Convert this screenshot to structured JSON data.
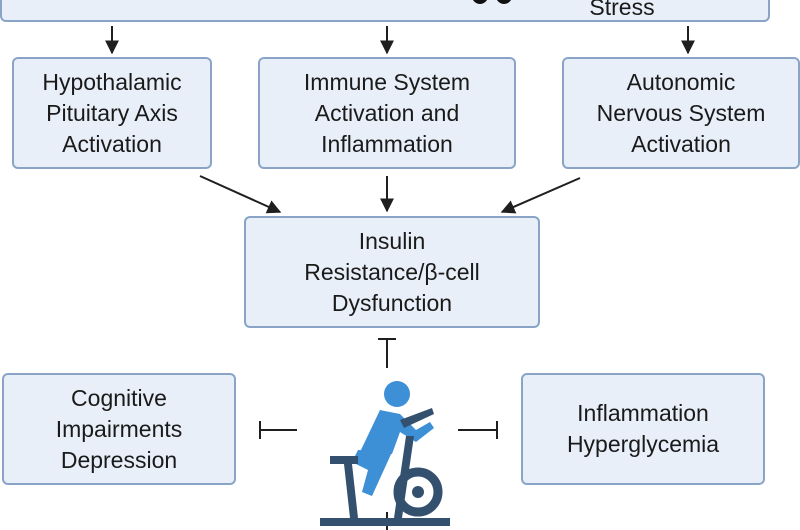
{
  "top": {
    "label": "Stress"
  },
  "boxes": {
    "hpa": [
      "Hypothalamic",
      "Pituitary Axis",
      "Activation"
    ],
    "immune": [
      "Immune System",
      "Activation and",
      "Inflammation"
    ],
    "ans": [
      "Autonomic",
      "Nervous System",
      "Activation"
    ],
    "insulin": [
      "Insulin",
      "Resistance/β-cell",
      "Dysfunction"
    ],
    "cognitive": [
      "Cognitive",
      "Impairments",
      "Depression"
    ],
    "inflammation": [
      "Inflammation",
      "Hyperglycemia"
    ]
  },
  "icons": {
    "center": "exercise-bike-icon",
    "top_partial": "people-icon"
  },
  "colors": {
    "box_fill": "#e9eff8",
    "box_border": "#8aa4c8",
    "arrow": "#1f1f1f",
    "rider": "#3d8fd6",
    "bike": "#34506f"
  }
}
